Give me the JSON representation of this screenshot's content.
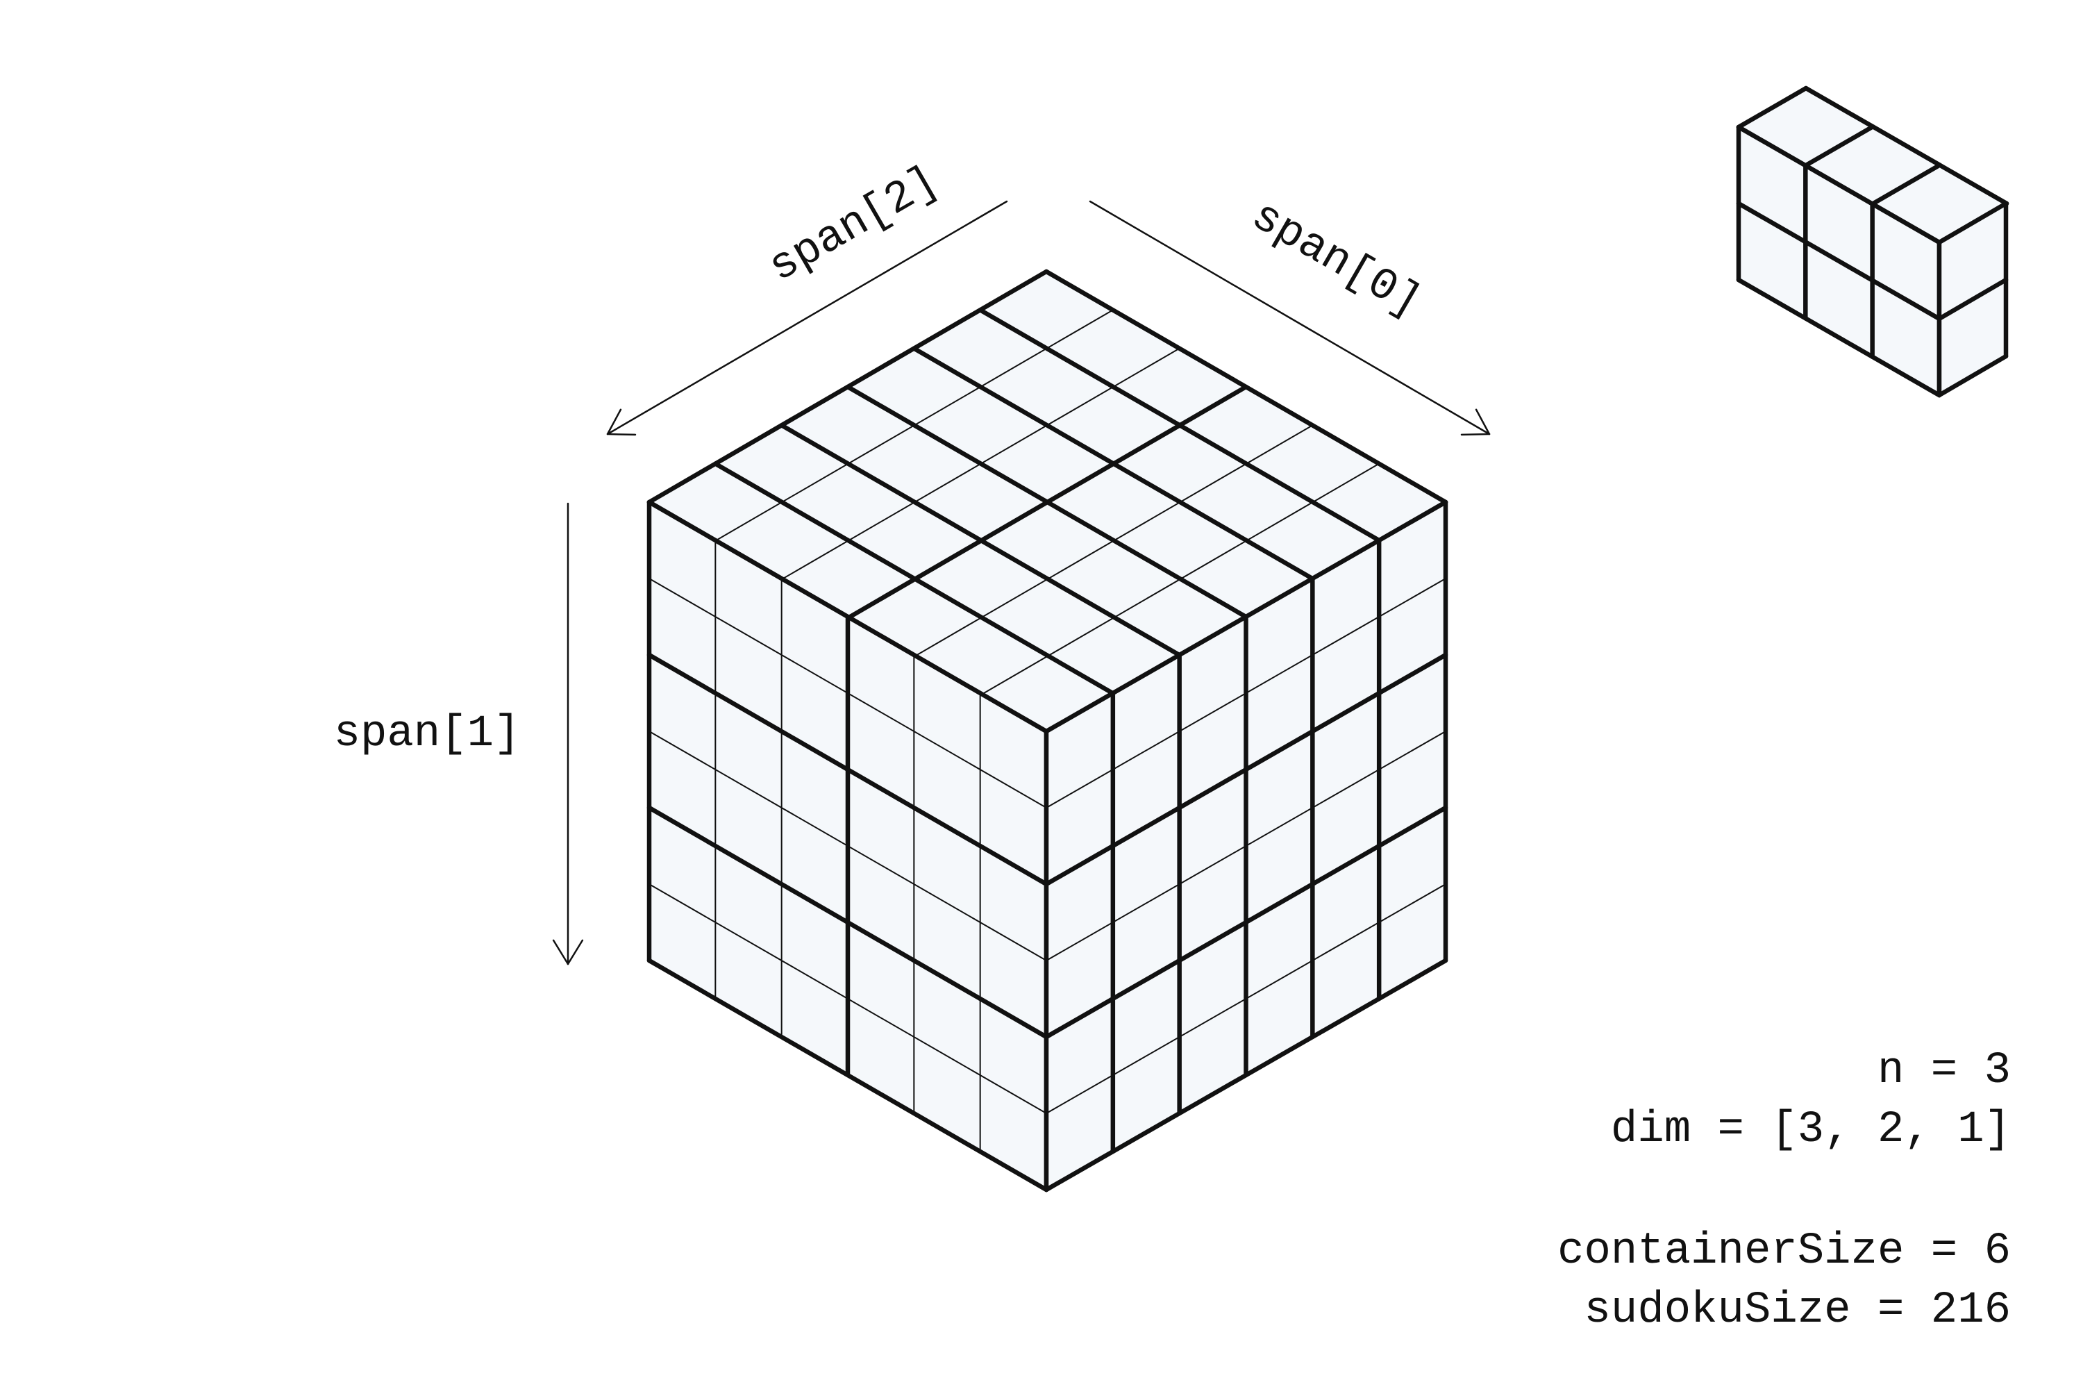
{
  "axes": {
    "span0": "span[0]",
    "span1": "span[1]",
    "span2": "span[2]"
  },
  "params": {
    "n": "n = 3",
    "dim": "dim = [3, 2, 1]",
    "container_size": "containerSize = 6",
    "sudoku_size": "sudokuSize = 216"
  },
  "colors": {
    "face": "#f5f8fb",
    "stroke": "#111111"
  }
}
